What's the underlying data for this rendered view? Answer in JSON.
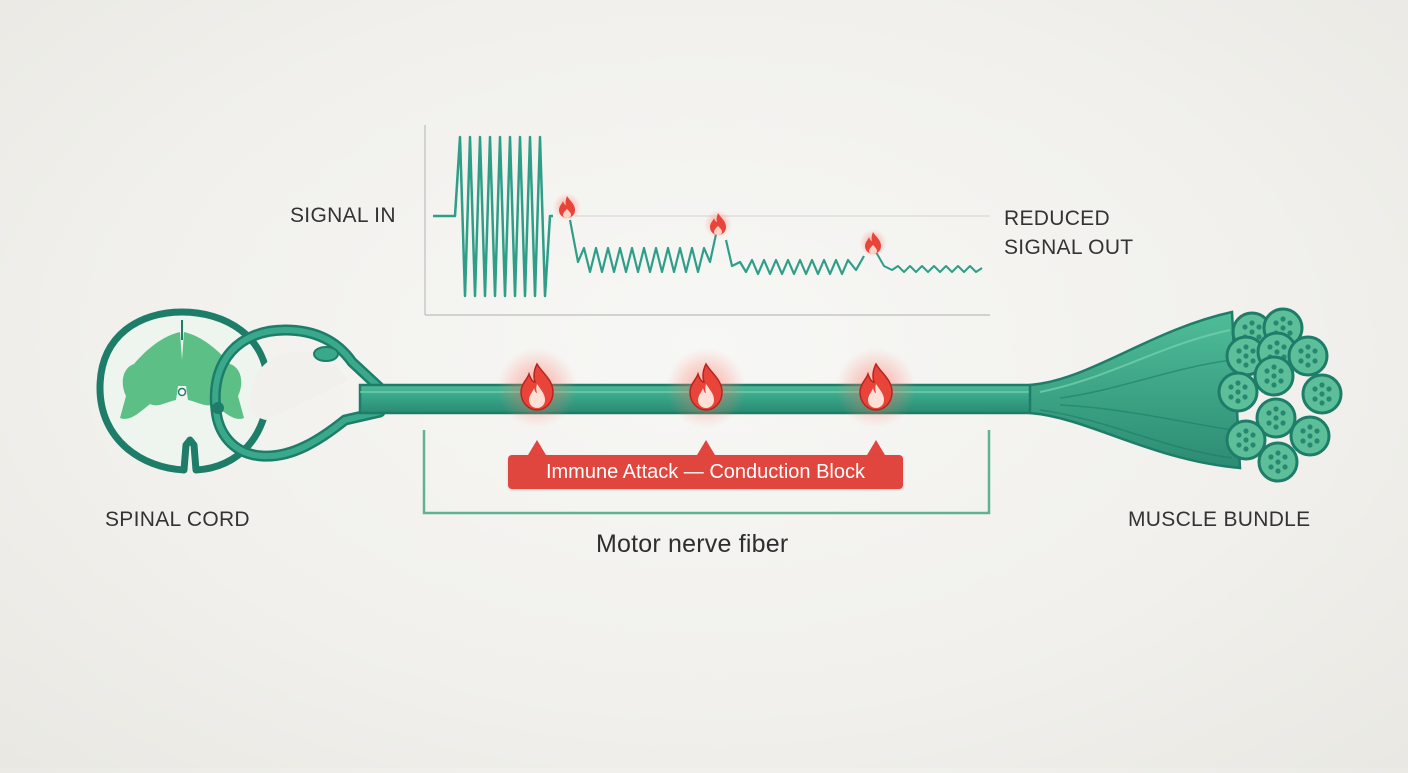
{
  "labels": {
    "signal_in": "SIGNAL IN",
    "signal_out_line1": "REDUCED",
    "signal_out_line2": "SIGNAL OUT",
    "spinal_cord": "SPINAL CORD",
    "muscle_bundle": "MUSCLE BUNDLE",
    "nerve_fiber": "Motor nerve fiber",
    "block_callout": "Immune Attack — Conduction Block"
  },
  "colors": {
    "nerve": "#3aa88a",
    "nerve_dark": "#1e7d68",
    "gray_matter": "#5cbf85",
    "waveform": "#2e9e88",
    "attack": "#e0463d",
    "bracket": "#5fb393"
  },
  "icons": {
    "attack_site": "flame-icon",
    "waveform_marker": "small-flame-icon"
  }
}
